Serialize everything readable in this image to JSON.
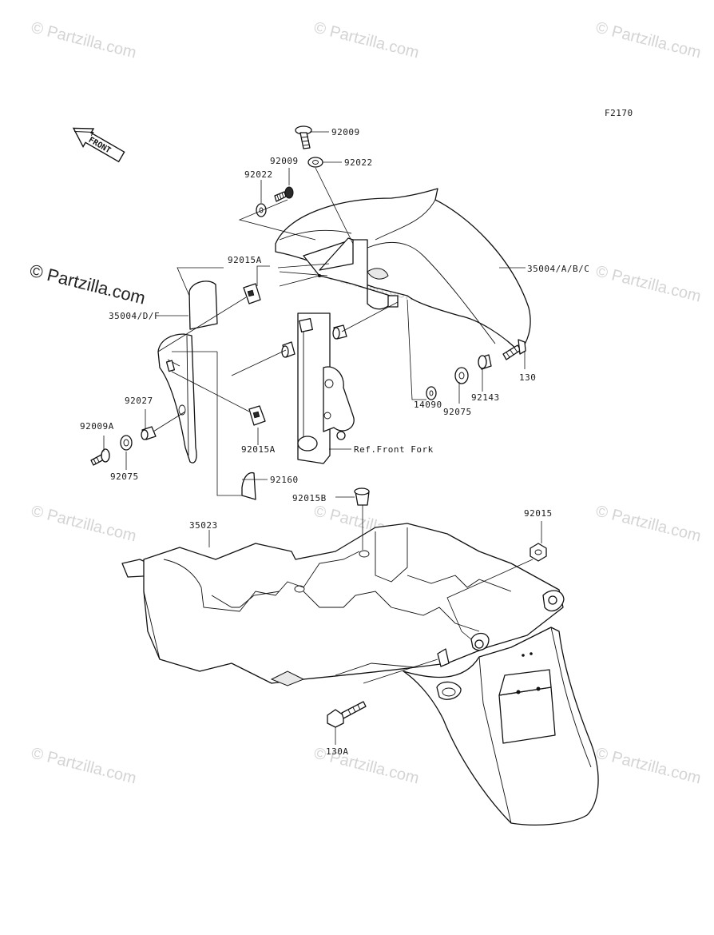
{
  "figure_code": "F2170",
  "direction_arrow": {
    "label": "FRONT",
    "icon": "front-direction-arrow-icon"
  },
  "watermark": {
    "text": "© Partzilla.com",
    "prominent_text": "© Partzilla.com",
    "color_faint": "#d4d4d4",
    "color_prominent": "#222222"
  },
  "callouts": {
    "p92009_top": "92009",
    "p92022_top": "92022",
    "p92009_mid": "92009",
    "p92022_left": "92022",
    "p92015A_top": "92015A",
    "p35004_main": "35004/A/B/C",
    "p35004_left": "35004/D/F",
    "p92027": "92027",
    "p92009A": "92009A",
    "p92075_left": "92075",
    "p92015A_bottom": "92015A",
    "p130": "130",
    "p92143": "92143",
    "p92075_right": "92075",
    "p14090": "14090",
    "ref_front_fork": "Ref.Front Fork",
    "p92160": "92160",
    "p92015B": "92015B",
    "p35023": "35023",
    "p92015": "92015",
    "p130A": "130A"
  }
}
